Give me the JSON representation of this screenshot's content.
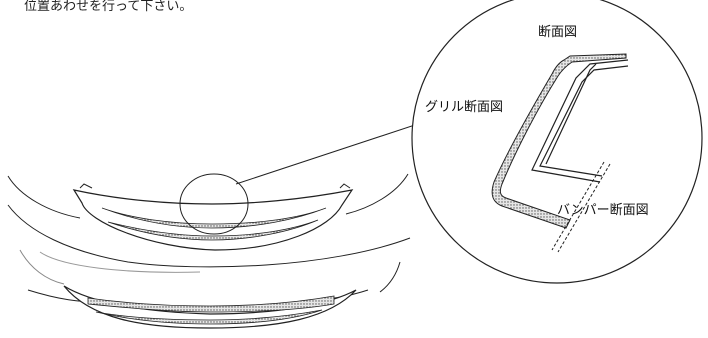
{
  "caption": "位置あわせを行って下さい。",
  "labels": {
    "section_view": "断面図",
    "grille_section": "グリル断面図",
    "bumper_section": "バンパー断面図"
  }
}
